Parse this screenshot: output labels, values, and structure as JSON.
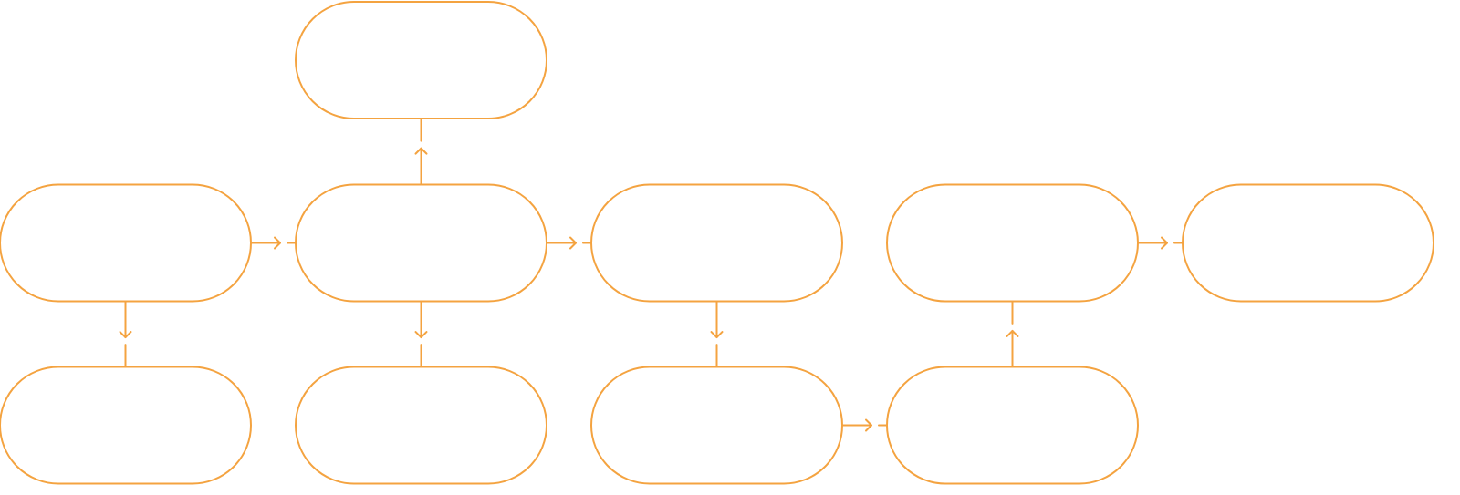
{
  "diagram": {
    "colors": {
      "stroke": "#F4A340",
      "background": "#FFFFFF"
    },
    "nodes": [
      {
        "id": "top",
        "label": ""
      },
      {
        "id": "left",
        "label": ""
      },
      {
        "id": "center",
        "label": ""
      },
      {
        "id": "middle-right",
        "label": ""
      },
      {
        "id": "right-upper",
        "label": ""
      },
      {
        "id": "far-right",
        "label": ""
      },
      {
        "id": "bottom-left",
        "label": ""
      },
      {
        "id": "bottom-center",
        "label": ""
      },
      {
        "id": "bottom-middle",
        "label": ""
      },
      {
        "id": "bottom-right",
        "label": ""
      }
    ],
    "edges": [
      {
        "from": "left",
        "to": "center"
      },
      {
        "from": "center",
        "to": "middle-right"
      },
      {
        "from": "right-upper",
        "to": "far-right"
      },
      {
        "from": "bottom-middle",
        "to": "bottom-right"
      },
      {
        "from": "center",
        "to": "top"
      },
      {
        "from": "left",
        "to": "bottom-left"
      },
      {
        "from": "center",
        "to": "bottom-center"
      },
      {
        "from": "middle-right",
        "to": "bottom-middle"
      },
      {
        "from": "bottom-right",
        "to": "right-upper"
      }
    ]
  }
}
